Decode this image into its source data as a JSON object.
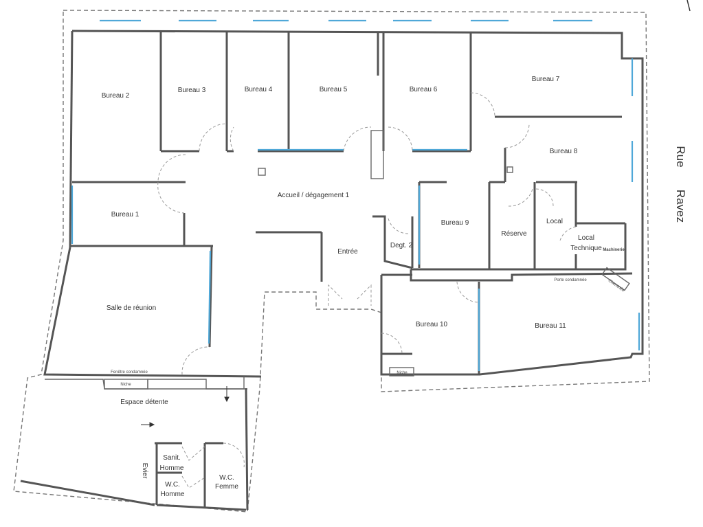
{
  "rooms": {
    "bureau2": "Bureau 2",
    "bureau3": "Bureau 3",
    "bureau4": "Bureau 4",
    "bureau5": "Bureau 5",
    "bureau6": "Bureau 6",
    "bureau7": "Bureau 7",
    "bureau8": "Bureau 8",
    "bureau1": "Bureau 1",
    "accueil": "Accueil / dégagement 1",
    "bureau9": "Bureau 9",
    "reserve": "Réserve",
    "local": "Local",
    "local_technique_1": "Local",
    "local_technique_2": "Technique",
    "machinerie": "Machinerie",
    "entree": "Entrée",
    "degt2": "Degt. 2",
    "salle_reunion": "Salle de réunion",
    "bureau10": "Bureau 10",
    "bureau11": "Bureau 11",
    "espace_detente": "Espace détente",
    "sanit_homme_1": "Sanit.",
    "sanit_homme_2": "Homme",
    "wc_homme_1": "W.C.",
    "wc_homme_2": "Homme",
    "wc_femme_1": "W.C.",
    "wc_femme_2": "Femme",
    "evier": "Evier"
  },
  "annotations": {
    "fenetre_condamnee": "Fenêtre condamnée",
    "niche_1": "Niche",
    "niche_2": "Niche",
    "porte_condamnee": "Porte condamnée",
    "cheminee": "Cheminée"
  },
  "street": {
    "word1": "Rue",
    "word2": "Ravez"
  },
  "colors": {
    "walls": "#555555",
    "windows": "#4fa8d8",
    "boundary": "#777777"
  }
}
